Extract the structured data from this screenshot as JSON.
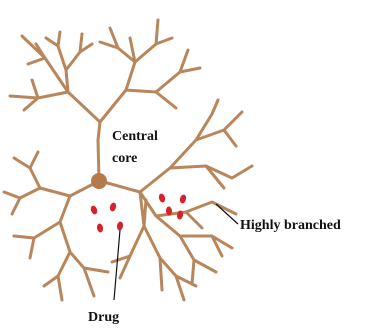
{
  "labels": {
    "central_core_line1": "Central",
    "central_core_line2": "core",
    "highly_branched": "Highly branched",
    "drug": "Drug"
  },
  "colors": {
    "branch": "#b8865a",
    "core": "#b5794a",
    "drug": "#d6232a",
    "text": "#111111",
    "leader": "#111111"
  }
}
